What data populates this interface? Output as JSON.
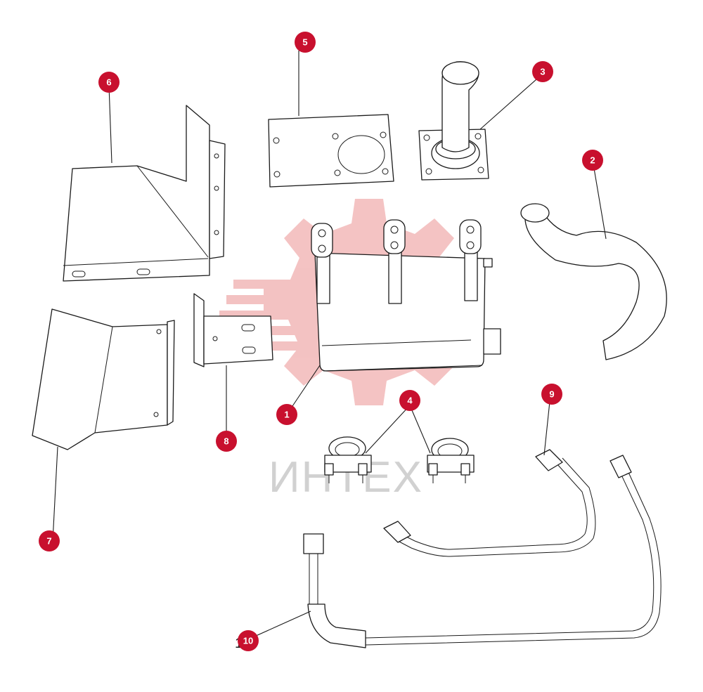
{
  "colors": {
    "callout": "#c8102e",
    "watermark": "#f2b8b8",
    "watermark_text": "#c9c9c9",
    "line": "#1a1a1a"
  },
  "watermark": {
    "text": "ИНТЕХ",
    "logo": "gear-logo-icon"
  },
  "stray_text": "1",
  "callouts": [
    {
      "id": "1",
      "label": "1"
    },
    {
      "id": "2",
      "label": "2"
    },
    {
      "id": "3",
      "label": "3"
    },
    {
      "id": "4",
      "label": "4"
    },
    {
      "id": "5",
      "label": "5"
    },
    {
      "id": "6",
      "label": "6"
    },
    {
      "id": "7",
      "label": "7"
    },
    {
      "id": "8",
      "label": "8"
    },
    {
      "id": "9",
      "label": "9"
    },
    {
      "id": "10",
      "label": "10"
    }
  ]
}
